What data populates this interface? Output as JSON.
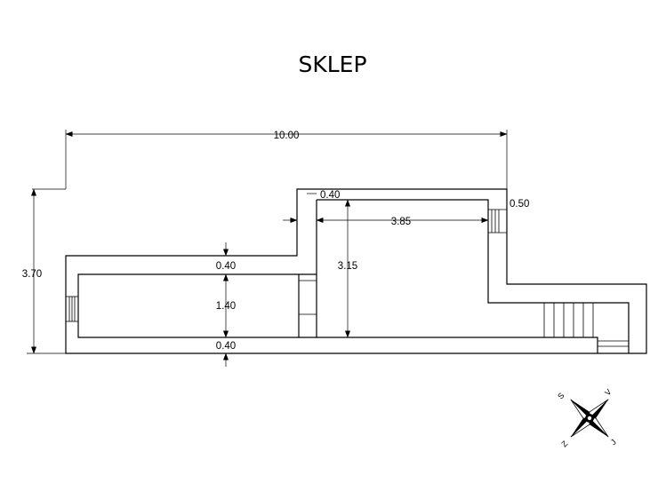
{
  "title": "SKLEP",
  "dimensions": {
    "total_width": "10.00",
    "total_height": "3.70",
    "wall_top_left": "0.40",
    "room_left_height": "1.40",
    "wall_bottom": "0.40",
    "wall_top_right": "0.40",
    "room_right_width": "3.85",
    "room_right_height": "3.15",
    "wall_side": "0.50"
  },
  "compass": {
    "north": "S",
    "east": "V",
    "south": "J",
    "west": "Z"
  }
}
